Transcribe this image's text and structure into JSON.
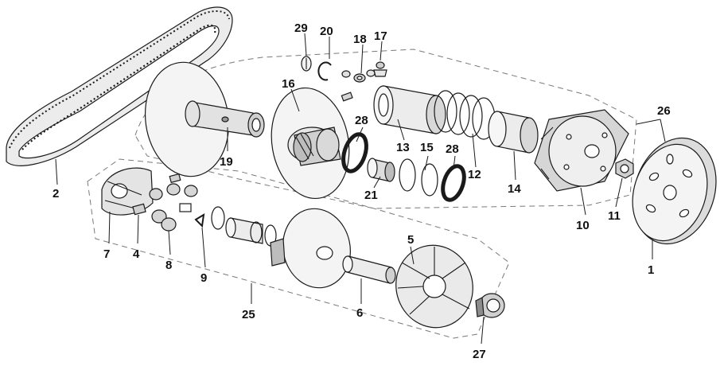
{
  "colors": {
    "line": "#1a1a1a",
    "fill_light": "#f2f2f2",
    "fill_mid": "#d9d9d9",
    "fill_dark": "#8c8c8c",
    "seal": "#1a1a1a",
    "dash": "#7a7a7a"
  },
  "labels": [
    {
      "id": "1",
      "text": "1"
    },
    {
      "id": "2",
      "text": "2"
    },
    {
      "id": "4",
      "text": "4"
    },
    {
      "id": "5",
      "text": "5"
    },
    {
      "id": "6",
      "text": "6"
    },
    {
      "id": "7",
      "text": "7"
    },
    {
      "id": "8",
      "text": "8"
    },
    {
      "id": "9",
      "text": "9"
    },
    {
      "id": "10",
      "text": "10"
    },
    {
      "id": "11",
      "text": "11"
    },
    {
      "id": "12",
      "text": "12"
    },
    {
      "id": "13",
      "text": "13"
    },
    {
      "id": "14",
      "text": "14"
    },
    {
      "id": "15",
      "text": "15"
    },
    {
      "id": "16",
      "text": "16"
    },
    {
      "id": "17",
      "text": "17"
    },
    {
      "id": "18",
      "text": "18"
    },
    {
      "id": "19",
      "text": "19"
    },
    {
      "id": "20",
      "text": "20"
    },
    {
      "id": "21",
      "text": "21"
    },
    {
      "id": "25",
      "text": "25"
    },
    {
      "id": "26",
      "text": "26"
    },
    {
      "id": "27",
      "text": "27"
    },
    {
      "id": "28a",
      "text": "28"
    },
    {
      "id": "28b",
      "text": "28"
    },
    {
      "id": "29",
      "text": "29"
    }
  ]
}
